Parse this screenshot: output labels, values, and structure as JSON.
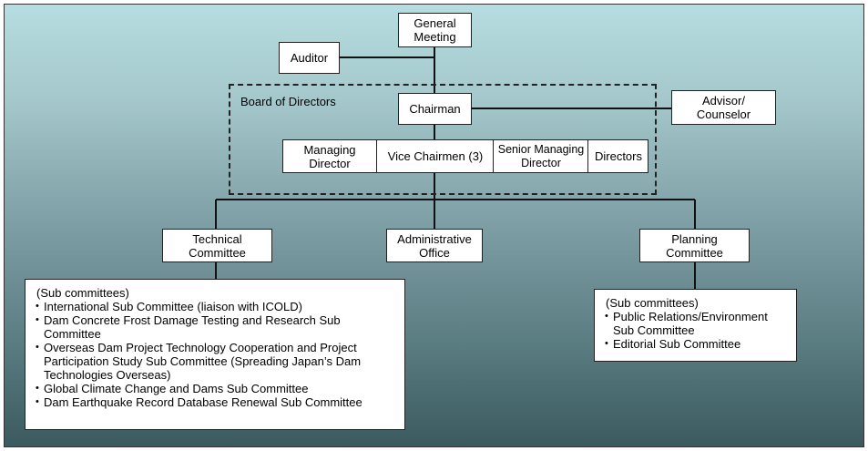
{
  "nodes": {
    "general_meeting": "General Meeting",
    "auditor": "Auditor",
    "chairman": "Chairman",
    "advisor": "Advisor/ Counselor",
    "managing_director": "Managing Director",
    "vice_chairmen": "Vice Chairmen (3)",
    "senior_managing_director": "Senior Managing Director",
    "directors": "Directors",
    "technical_committee": "Technical Committee",
    "administrative_office": "Administrative Office",
    "planning_committee": "Planning Committee"
  },
  "board_label": "Board of Directors",
  "technical_subcommittees": {
    "header": "(Sub committees)",
    "items": [
      "International Sub Committee (liaison with ICOLD)",
      "Dam Concrete Frost Damage Testing and Research Sub Committee",
      "Overseas Dam Project Technology Cooperation and Project Participation Study Sub Committee (Spreading Japan’s Dam Technologies Overseas)",
      "Global Climate Change and Dams Sub Committee",
      "Dam Earthquake Record Database Renewal Sub Committee"
    ]
  },
  "planning_subcommittees": {
    "header": "(Sub committees)",
    "items": [
      "Public Relations/Environment Sub Committee",
      "Editorial Sub Committee"
    ]
  }
}
